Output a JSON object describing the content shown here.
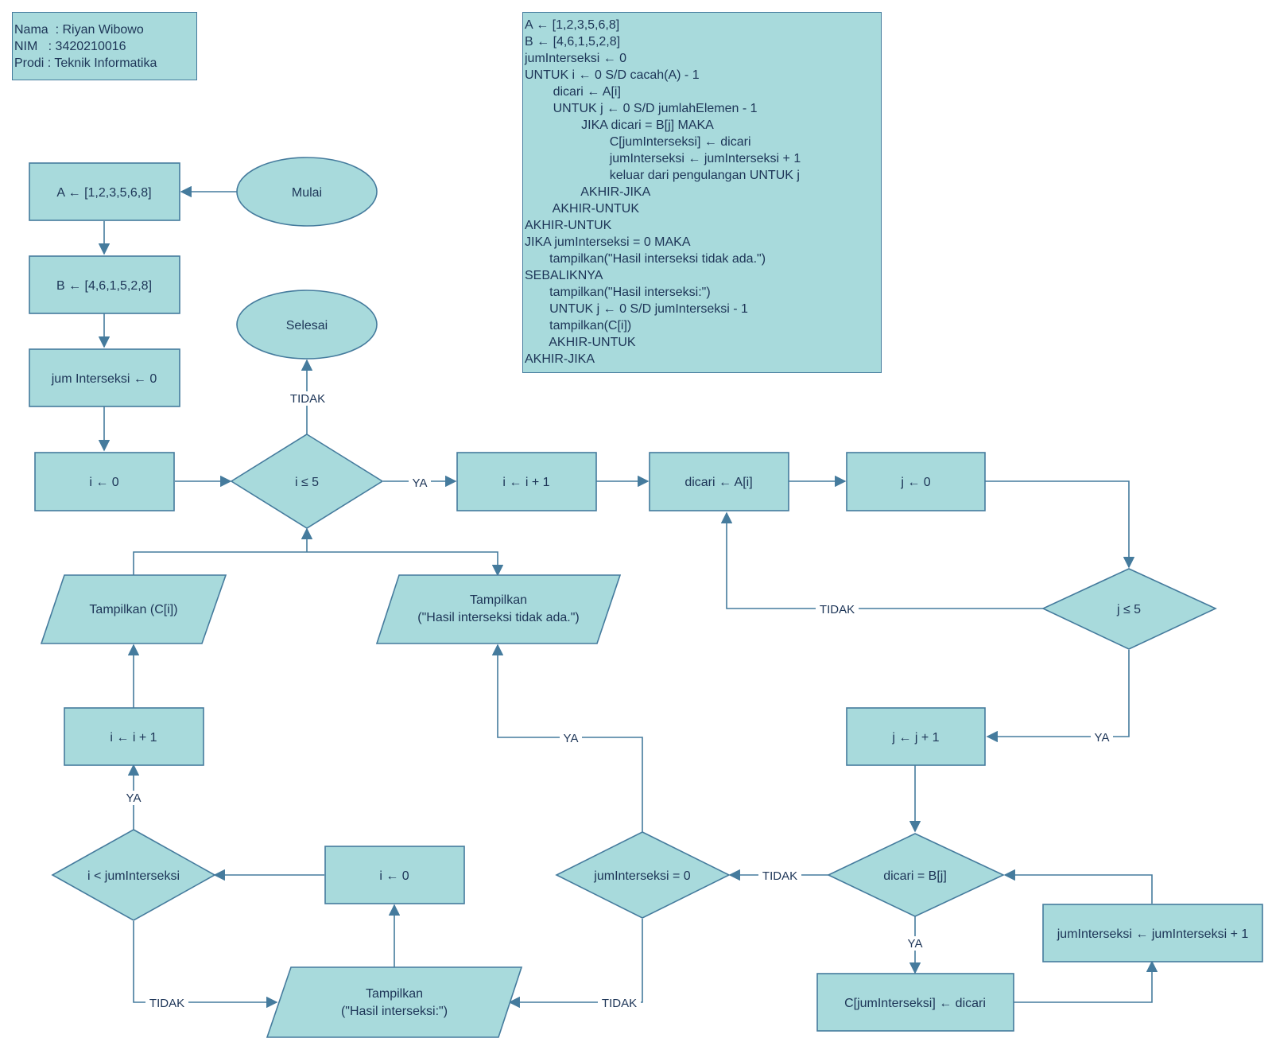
{
  "info": {
    "lines": [
      "Nama  : Riyan Wibowo",
      "NIM   : 3420210016",
      "Prodi : Teknik Informatika"
    ]
  },
  "pseudocode": {
    "lines": [
      "A ← [1,2,3,5,6,8]",
      "B ← [4,6,1,5,2,8]",
      "jumInterseksi ← 0",
      "UNTUK i ← 0 S/D cacah(A) - 1",
      "        dicari ← A[i]",
      "        UNTUK j ← 0 S/D jumlahElemen - 1",
      "                JIKA dicari = B[j] MAKA",
      "                        C[jumInterseksi] ← dicari",
      "                        jumInterseksi ← jumInterseksi + 1",
      "                        keluar dari pengulangan UNTUK j",
      "                AKHIR-JIKA",
      "        AKHIR-UNTUK",
      "AKHIR-UNTUK",
      "JIKA jumInterseksi = 0 MAKA",
      "       tampilkan(\"Hasil interseksi tidak ada.\")",
      "SEBALIKNYA",
      "       tampilkan(\"Hasil interseksi:\")",
      "       UNTUK j ← 0 S/D jumInterseksi - 1",
      "       tampilkan(C[i])",
      "       AKHIR-UNTUK",
      "AKHIR-JIKA"
    ]
  },
  "flowchart": {
    "mulai": "Mulai",
    "selesai": "Selesai",
    "assign_a": "A ← [1,2,3,5,6,8]",
    "assign_b": "B ← [4,6,1,5,2,8]",
    "init_jum": "jum Interseksi ← 0",
    "init_i": "i ← 0",
    "cond_i": "i ≤ 5",
    "inc_i_top": "i ← i + 1",
    "dicari": "dicari ← A[i]",
    "init_j": "j ← 0",
    "cond_j": "j ≤ 5",
    "inc_j": "j ← j + 1",
    "cond_dicari": "dicari = B[j]",
    "assign_c": "C[jumInterseksi] ← dicari",
    "inc_jum": "jumInterseksi ← jumInterseksi + 1",
    "cond_jum_zero": "jumInterseksi = 0",
    "show_none_1": "Tampilkan",
    "show_none_2": "(\"Hasil interseksi tidak ada.\")",
    "show_result_1": "Tampilkan",
    "show_result_2": "(\"Hasil interseksi:\")",
    "init_i_bottom": "i ← 0",
    "cond_i_lt": "i < jumInterseksi",
    "inc_i_bottom": "i ← i + 1",
    "show_c": "Tampilkan (C[i])"
  },
  "edge_labels": {
    "ya": "YA",
    "tidak": "TIDAK"
  },
  "colors": {
    "fill": "#a8dadc",
    "stroke": "#457b9d",
    "text": "#1d3557"
  }
}
